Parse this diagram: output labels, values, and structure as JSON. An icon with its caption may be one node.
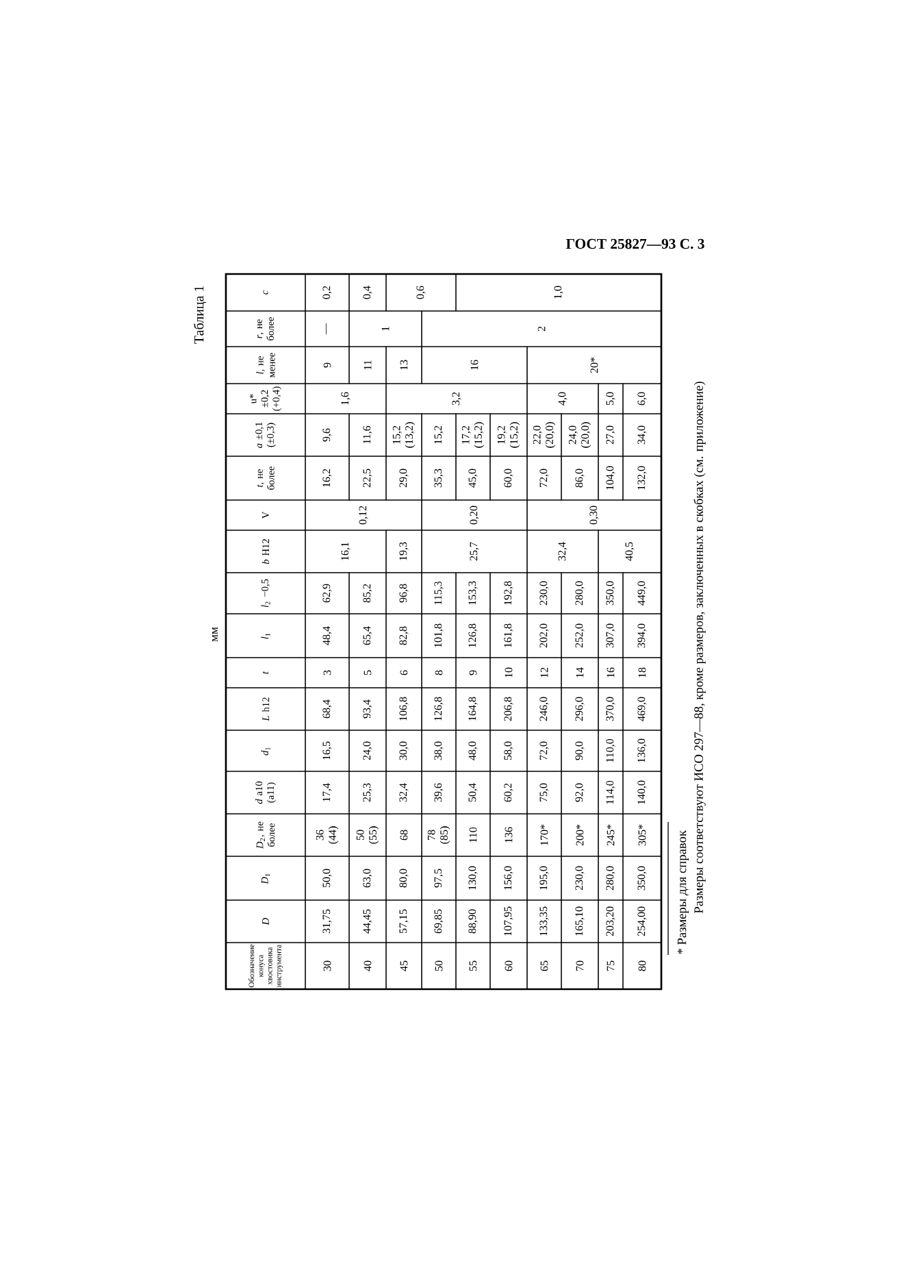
{
  "diagram": {
    "title": "Таблица 1",
    "labels": [
      "ГОСТ 25827—93 С. 3",
      "мм",
      "Обозначение конуса хвостовика инструмента",
      "*D*",
      "*D*$_{1}$",
      "*D*$_{2}$, не более",
      "*d* a10 (a11)",
      "*d*$_{1}$",
      "*L* h12",
      "*t*",
      "*l*$_{1}$",
      "*l*$_{2}$ −0,5",
      "*b* H12",
      "V",
      "*t*, не более",
      "*a* ±0,1 (±0,3)",
      "u* ±0,2 (+0,4)",
      "*l*, не менее",
      "*r*, не более",
      "*c*",
      "30",
      "31,75",
      "50,0",
      "36 (44)",
      "17,4",
      "16,5",
      "68,4",
      "3",
      "48,4",
      "62,9",
      "16,1",
      "0,12",
      "16,2",
      "9,6",
      "1,6",
      "9",
      "—",
      "0,2",
      "40",
      "44,45",
      "63,0",
      "50 (55)",
      "25,3",
      "24,0",
      "93,4",
      "5",
      "65,4",
      "85,2",
      "22,5",
      "11,6",
      "11",
      "1",
      "0,4",
      "45",
      "57,15",
      "80,0",
      "68",
      "32,4",
      "30,0",
      "106,8",
      "6",
      "82,8",
      "96,8",
      "19,3",
      "29,0",
      "15,2 (13,2)",
      "3,2",
      "13",
      "0,6",
      "50",
      "69,85",
      "97,5",
      "78 (85)",
      "39,6",
      "38,0",
      "126,8",
      "8",
      "101,8",
      "115,3",
      "25,7",
      "0,20",
      "35,3",
      "15,2",
      "16",
      "2",
      "55",
      "88,90",
      "130,0",
      "110",
      "50,4",
      "48,0",
      "164,8",
      "9",
      "126,8",
      "153,3",
      "45,0",
      "17,2 (15,2)",
      "1,0",
      "60",
      "107,95",
      "156,0",
      "136",
      "60,2",
      "58,0",
      "206,8",
      "10",
      "161,8",
      "192,8",
      "60,0",
      "19,2 (15,2)",
      "65",
      "133,35",
      "195,0",
      "170*",
      "75,0",
      "72,0",
      "246,0",
      "12",
      "202,0",
      "230,0",
      "32,4",
      "0,30",
      "72,0",
      "22,0 (20,0)",
      "4,0",
      "20*",
      "70",
      "165,10",
      "230,0",
      "200*",
      "92,0",
      "90,0",
      "296,0",
      "14",
      "252,0",
      "280,0",
      "86,0",
      "24,0 (20,0)",
      "75",
      "203,20",
      "280,0",
      "245*",
      "114,0",
      "110,0",
      "370,0",
      "16",
      "307,0",
      "350,0",
      "40,5",
      "104,0",
      "27,0",
      "5,0",
      "80",
      "254,00",
      "350,0",
      "305*",
      "140,0",
      "136,0",
      "469,0",
      "18",
      "394,0",
      "449,0",
      "132,0",
      "34,0",
      "6,0",
      "* Размеры для справок",
      "Размеры соответствуют ИСО 297—88, кроме размеров, заключенных в скобках (см. приложение)"
    ]
  }
}
